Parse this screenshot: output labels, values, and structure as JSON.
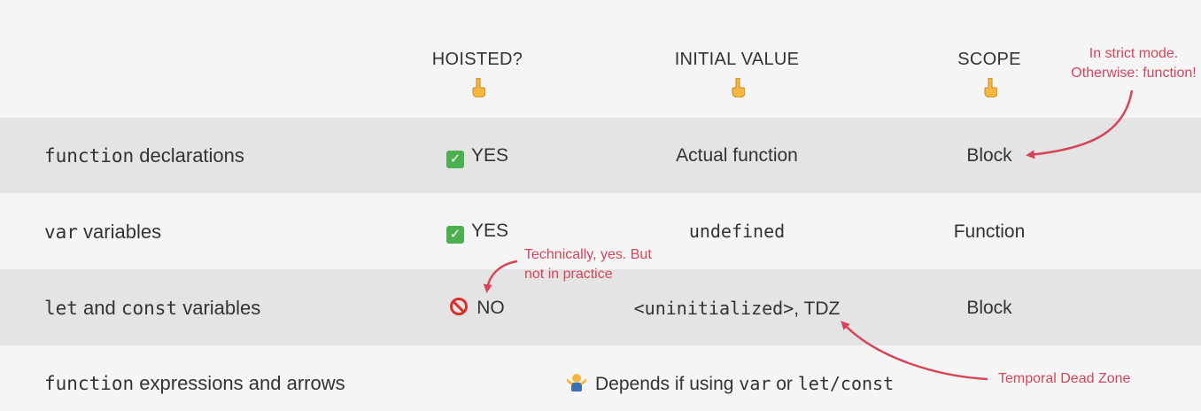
{
  "headers": {
    "hoisted": "HOISTED?",
    "initial_value": "INITIAL VALUE",
    "scope": "SCOPE",
    "pointer_icon": "pointing-down-icon"
  },
  "rows": [
    {
      "label_code": "function",
      "label_text": " declarations",
      "hoisted": "YES",
      "initial_value": "Actual function",
      "scope": "Block"
    },
    {
      "label_code": "var",
      "label_text": " variables",
      "hoisted": "YES",
      "initial_value": "undefined",
      "scope": "Function"
    },
    {
      "label_code_1": "let",
      "label_mid": " and ",
      "label_code_2": "const",
      "label_text": " variables",
      "hoisted": "NO",
      "initial_value_code": "<uninitialized>",
      "initial_value_text": ", TDZ",
      "scope": "Block"
    },
    {
      "label_code": "function",
      "label_text": " expressions and arrows",
      "depends_text": "Depends if using ",
      "depends_code_1": "var",
      "depends_mid": " or ",
      "depends_code_2": "let/const"
    }
  ],
  "annotations": {
    "strict_mode_line1": "In strict mode.",
    "strict_mode_line2": "Otherwise: function!",
    "technically_line1": "Technically, yes. But",
    "technically_line2": "not in practice",
    "tdz": "Temporal Dead Zone"
  },
  "colors": {
    "annotation": "#d6455a",
    "shaded_row": "#e4e4e4",
    "background": "#f5f5f5",
    "yes": "#4caf50",
    "no": "#d9302c"
  }
}
